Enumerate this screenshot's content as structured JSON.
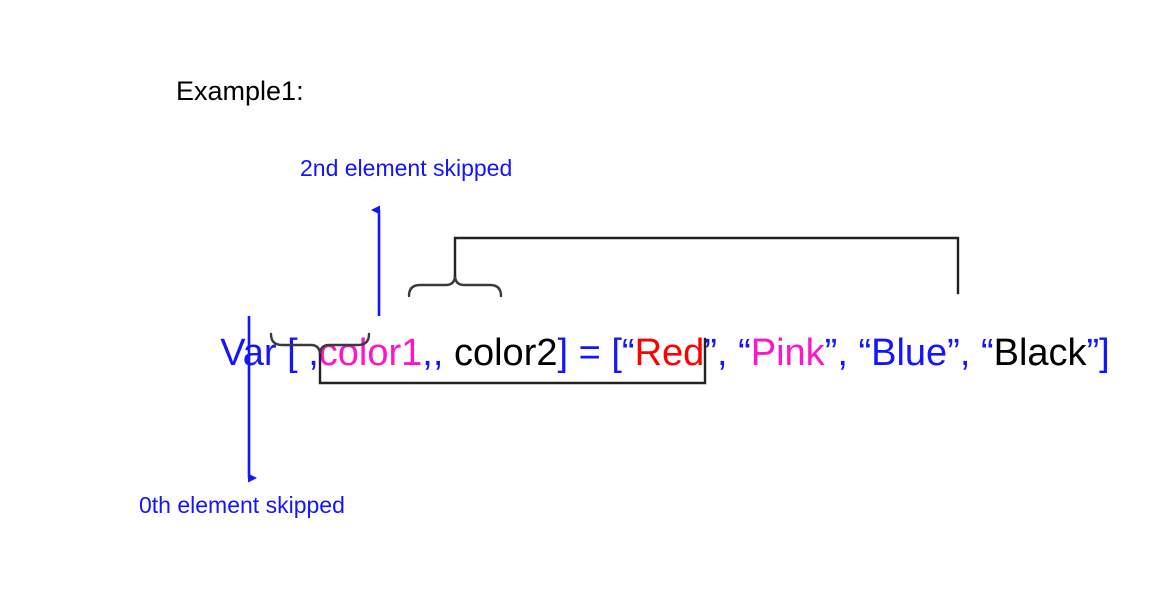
{
  "title": "Example1:",
  "annotations": {
    "top_label": "2nd element skipped",
    "bottom_label": "0th element skipped"
  },
  "code": {
    "var_keyword": "Var [",
    "comma1": " ,",
    "target1": "color1",
    "comma2": ",",
    "comma3": ", ",
    "target2": "color2",
    "close_bracket": "]",
    "equals": " = [",
    "quote_open": "“",
    "quote_close": "”",
    "separator": ", ",
    "list_close": "]",
    "items": [
      {
        "value": "Red",
        "color": "#ff0000"
      },
      {
        "value": "Pink",
        "color": "#ff14c8"
      },
      {
        "value": "Blue",
        "color": "#1414ff"
      },
      {
        "value": "Black",
        "color": "#000000"
      }
    ]
  },
  "colors": {
    "blue": "#1414ff",
    "magenta": "#ff14c8",
    "red": "#ff0000",
    "black": "#000000",
    "connector": "#222222"
  }
}
